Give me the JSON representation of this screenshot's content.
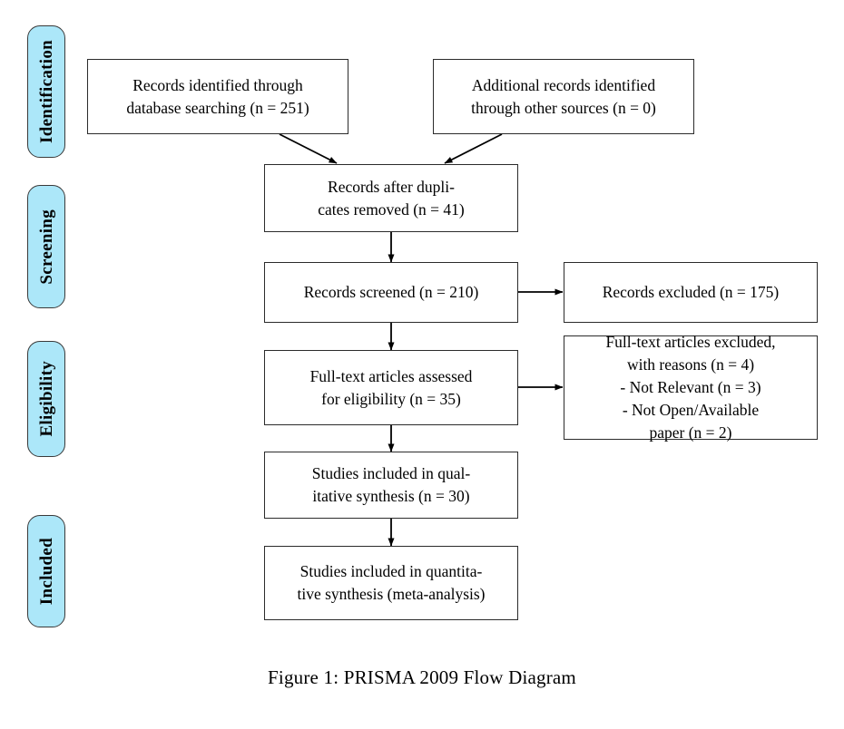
{
  "figure": {
    "caption": "Figure 1: PRISMA 2009 Flow Diagram",
    "accent_color": "#ace7f9",
    "box_border_color": "#2b2b2b",
    "background_color": "#ffffff"
  },
  "stages": [
    {
      "id": "identification",
      "label": "Identification"
    },
    {
      "id": "screening",
      "label": "Screening"
    },
    {
      "id": "eligibility",
      "label": "Eligibility"
    },
    {
      "id": "included",
      "label": "Included"
    }
  ],
  "boxes": {
    "records_database": {
      "text": "Records identified through\ndatabase searching (n = 251)",
      "n": 251
    },
    "records_other_sources": {
      "text": "Additional records identified\nthrough other sources (n = 0)",
      "n": 0
    },
    "records_after_duplicates": {
      "text": "Records after dupli-\ncates removed (n = 41)",
      "n": 41
    },
    "records_screened": {
      "text": "Records screened (n = 210)",
      "n": 210
    },
    "records_excluded": {
      "text": "Records excluded (n = 175)",
      "n": 175
    },
    "fulltext_assessed": {
      "text": "Full-text articles assessed\nfor eligibility (n = 35)",
      "n": 35
    },
    "fulltext_excluded": {
      "text": "Full-text articles excluded,\nwith reasons (n = 4)\n- Not Relevant (n = 3)\n- Not Open/Available\npaper (n = 2)",
      "n": 4
    },
    "qualitative_synthesis": {
      "text": "Studies included in qual-\nitative synthesis (n = 30)",
      "n": 30
    },
    "quantitative_synthesis": {
      "text": "Studies included in quantita-\ntive synthesis (meta-analysis)",
      "n": null
    }
  },
  "chart_data": {
    "type": "diagram",
    "title": "Figure 1: PRISMA 2009 Flow Diagram",
    "nodes": [
      {
        "id": "records_database",
        "stage": "Identification",
        "label": "Records identified through database searching (n = 251)",
        "value": 251
      },
      {
        "id": "records_other_sources",
        "stage": "Identification",
        "label": "Additional records identified through other sources (n = 0)",
        "value": 0
      },
      {
        "id": "records_after_duplicates",
        "stage": "Identification",
        "label": "Records after duplicates removed (n = 41)",
        "value": 41
      },
      {
        "id": "records_screened",
        "stage": "Screening",
        "label": "Records screened (n = 210)",
        "value": 210
      },
      {
        "id": "records_excluded",
        "stage": "Screening",
        "label": "Records excluded (n = 175)",
        "value": 175
      },
      {
        "id": "fulltext_assessed",
        "stage": "Eligibility",
        "label": "Full-text articles assessed for eligibility (n = 35)",
        "value": 35
      },
      {
        "id": "fulltext_excluded",
        "stage": "Eligibility",
        "label": "Full-text articles excluded, with reasons (n = 4)",
        "value": 4,
        "reasons": [
          {
            "label": "Not Relevant",
            "value": 3
          },
          {
            "label": "Not Open/Available paper",
            "value": 2
          }
        ]
      },
      {
        "id": "qualitative_synthesis",
        "stage": "Included",
        "label": "Studies included in qualitative synthesis (n = 30)",
        "value": 30
      },
      {
        "id": "quantitative_synthesis",
        "stage": "Included",
        "label": "Studies included in quantitative synthesis (meta-analysis)",
        "value": null
      }
    ],
    "edges": [
      {
        "from": "records_database",
        "to": "records_after_duplicates"
      },
      {
        "from": "records_other_sources",
        "to": "records_after_duplicates"
      },
      {
        "from": "records_after_duplicates",
        "to": "records_screened"
      },
      {
        "from": "records_screened",
        "to": "records_excluded"
      },
      {
        "from": "records_screened",
        "to": "fulltext_assessed"
      },
      {
        "from": "fulltext_assessed",
        "to": "fulltext_excluded"
      },
      {
        "from": "fulltext_assessed",
        "to": "qualitative_synthesis"
      },
      {
        "from": "qualitative_synthesis",
        "to": "quantitative_synthesis"
      }
    ]
  }
}
